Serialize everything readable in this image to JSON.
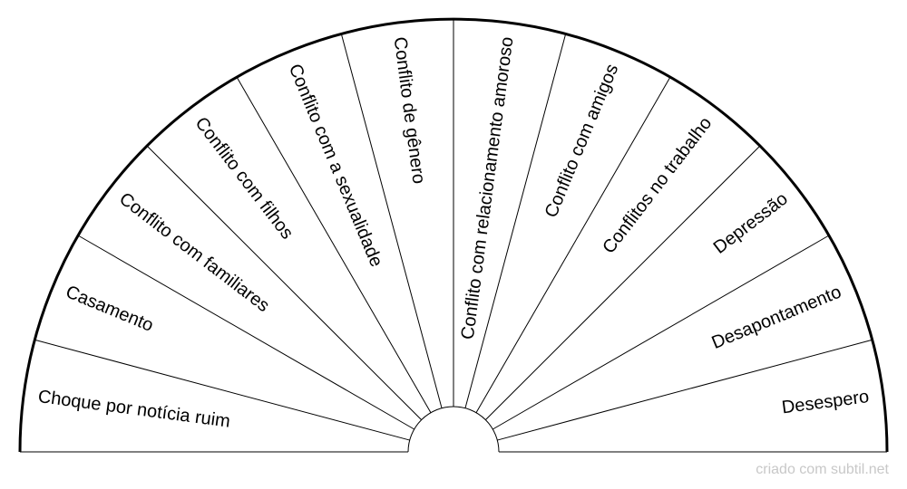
{
  "chart_data": {
    "type": "pie",
    "shape": "half-circle",
    "segments": [
      "Choque por notícia ruim",
      "Casamento",
      "Conflito com familiares",
      "Conflito com filhos",
      "Conflito com a sexualidade",
      "Conflito de gênero",
      "Conflito com relacionamento amoroso",
      "Conflito com amigos",
      "Conflitos no trabalho",
      "Depressão",
      "Desapontamento",
      "Desespero"
    ]
  },
  "footer": {
    "credit": "criado com subtil.net"
  },
  "colors": {
    "line": "#000000",
    "background": "#ffffff",
    "credit": "#c8c8c8"
  }
}
